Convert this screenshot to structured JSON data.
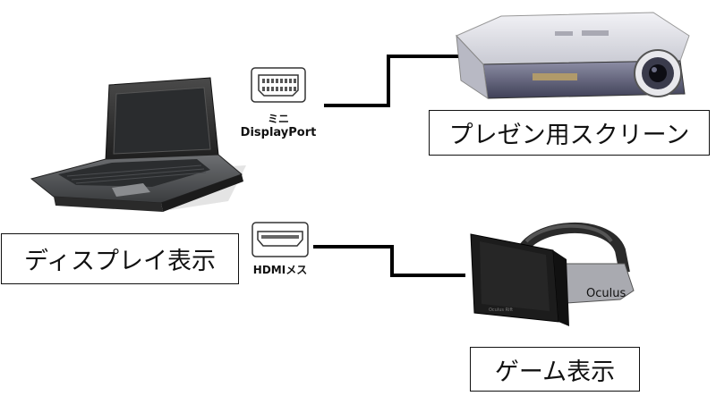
{
  "labels": {
    "laptop_display": "ディスプレイ表示",
    "projector_screen": "プレゼン用スクリーン",
    "game_display": "ゲーム表示"
  },
  "ports": {
    "mini_dp_line1": "ミニ",
    "mini_dp_line2": "DisplayPort",
    "hdmi": "HDMIメス"
  },
  "devices": {
    "headset_brand": "Oculus",
    "headset_small_text": "Oculus Rift"
  }
}
